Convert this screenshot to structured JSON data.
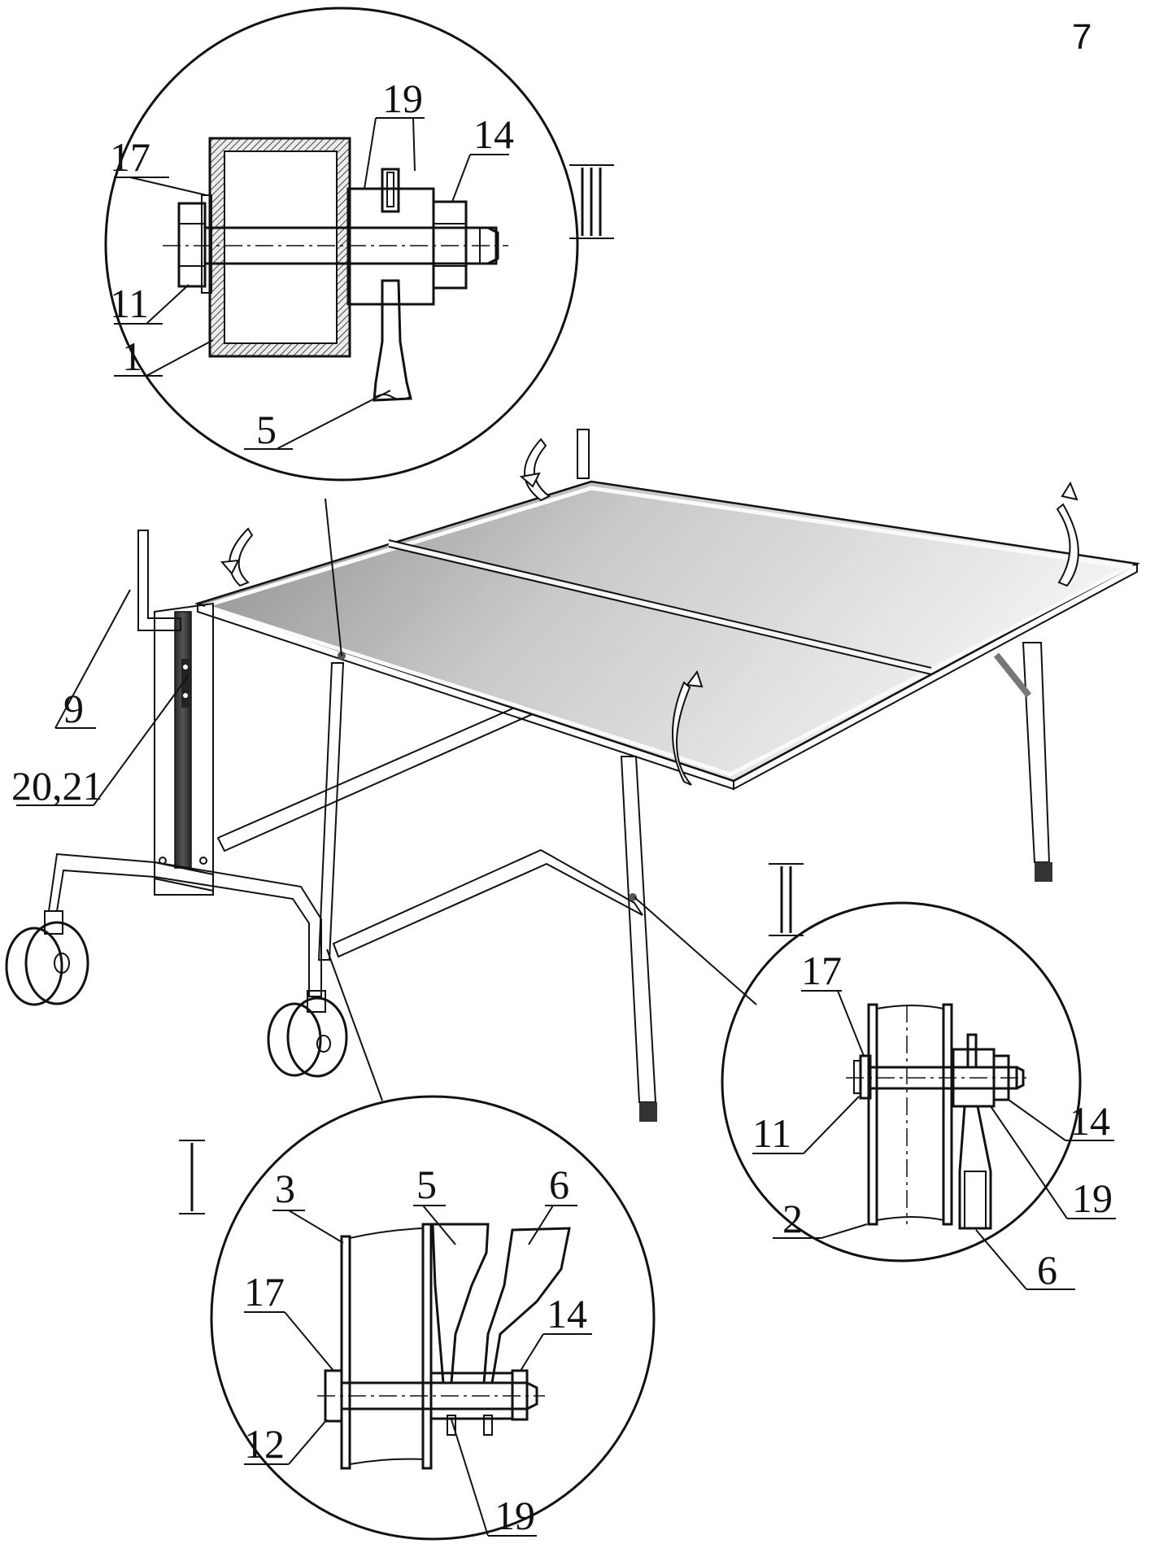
{
  "page_number": "7",
  "views": {
    "top": {
      "roman": "III",
      "labels": [
        "17",
        "19",
        "14",
        "11",
        "1",
        "5"
      ]
    },
    "right": {
      "roman": "II",
      "labels": [
        "17",
        "11",
        "14",
        "19",
        "2",
        "6"
      ]
    },
    "bottom": {
      "roman": "I",
      "labels": [
        "3",
        "5",
        "6",
        "17",
        "14",
        "12",
        "19"
      ]
    }
  },
  "main": {
    "labels": [
      "9",
      "20,21"
    ]
  },
  "colors": {
    "line": "#111111",
    "table_light": "#f2f2f2",
    "table_dark": "#8a8a8a",
    "hatch": "#444444"
  }
}
